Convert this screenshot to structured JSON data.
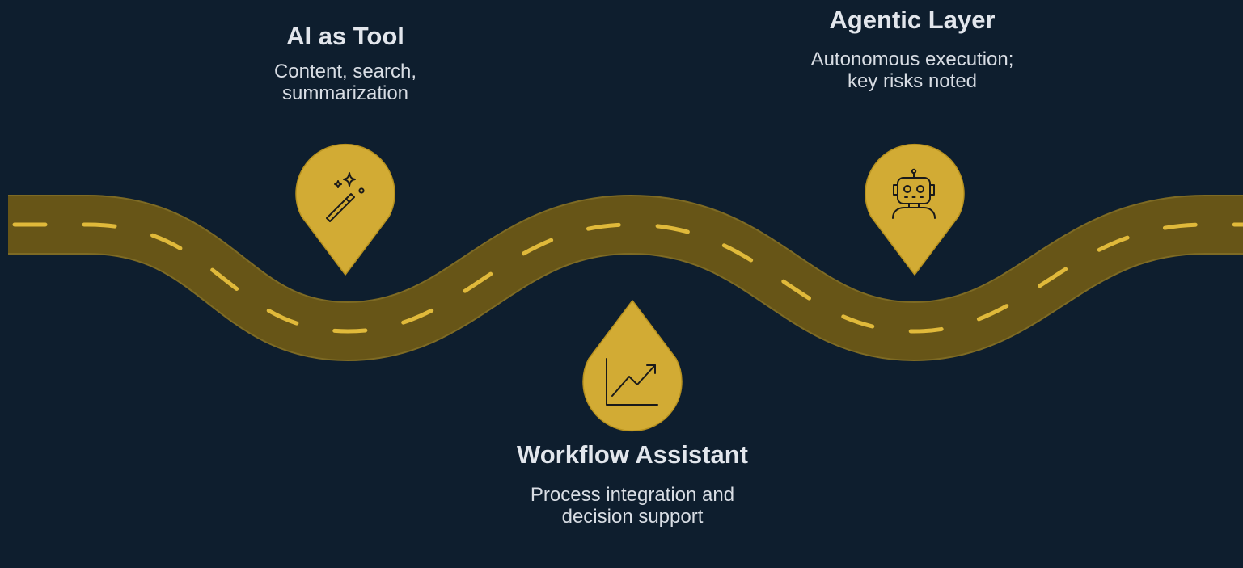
{
  "milestones": [
    {
      "title": "AI as Tool",
      "description": "Content, search, summarization",
      "icon": "magic-wand-icon"
    },
    {
      "title": "Agentic Layer",
      "description": "Autonomous execution; key risks noted",
      "icon": "robot-icon"
    },
    {
      "title": "Workflow Assistant",
      "description": "Process integration and decision support",
      "icon": "trending-up-chart-icon"
    }
  ],
  "colors": {
    "background": "#0e1e2e",
    "road": "#675517",
    "road_edge": "#7d6a24",
    "lane_marking": "#e0b93a",
    "pin": "#d2ab34",
    "pin_edge": "#b8921f",
    "icon_stroke": "#1a1a1a",
    "text": "#dde3ea"
  }
}
